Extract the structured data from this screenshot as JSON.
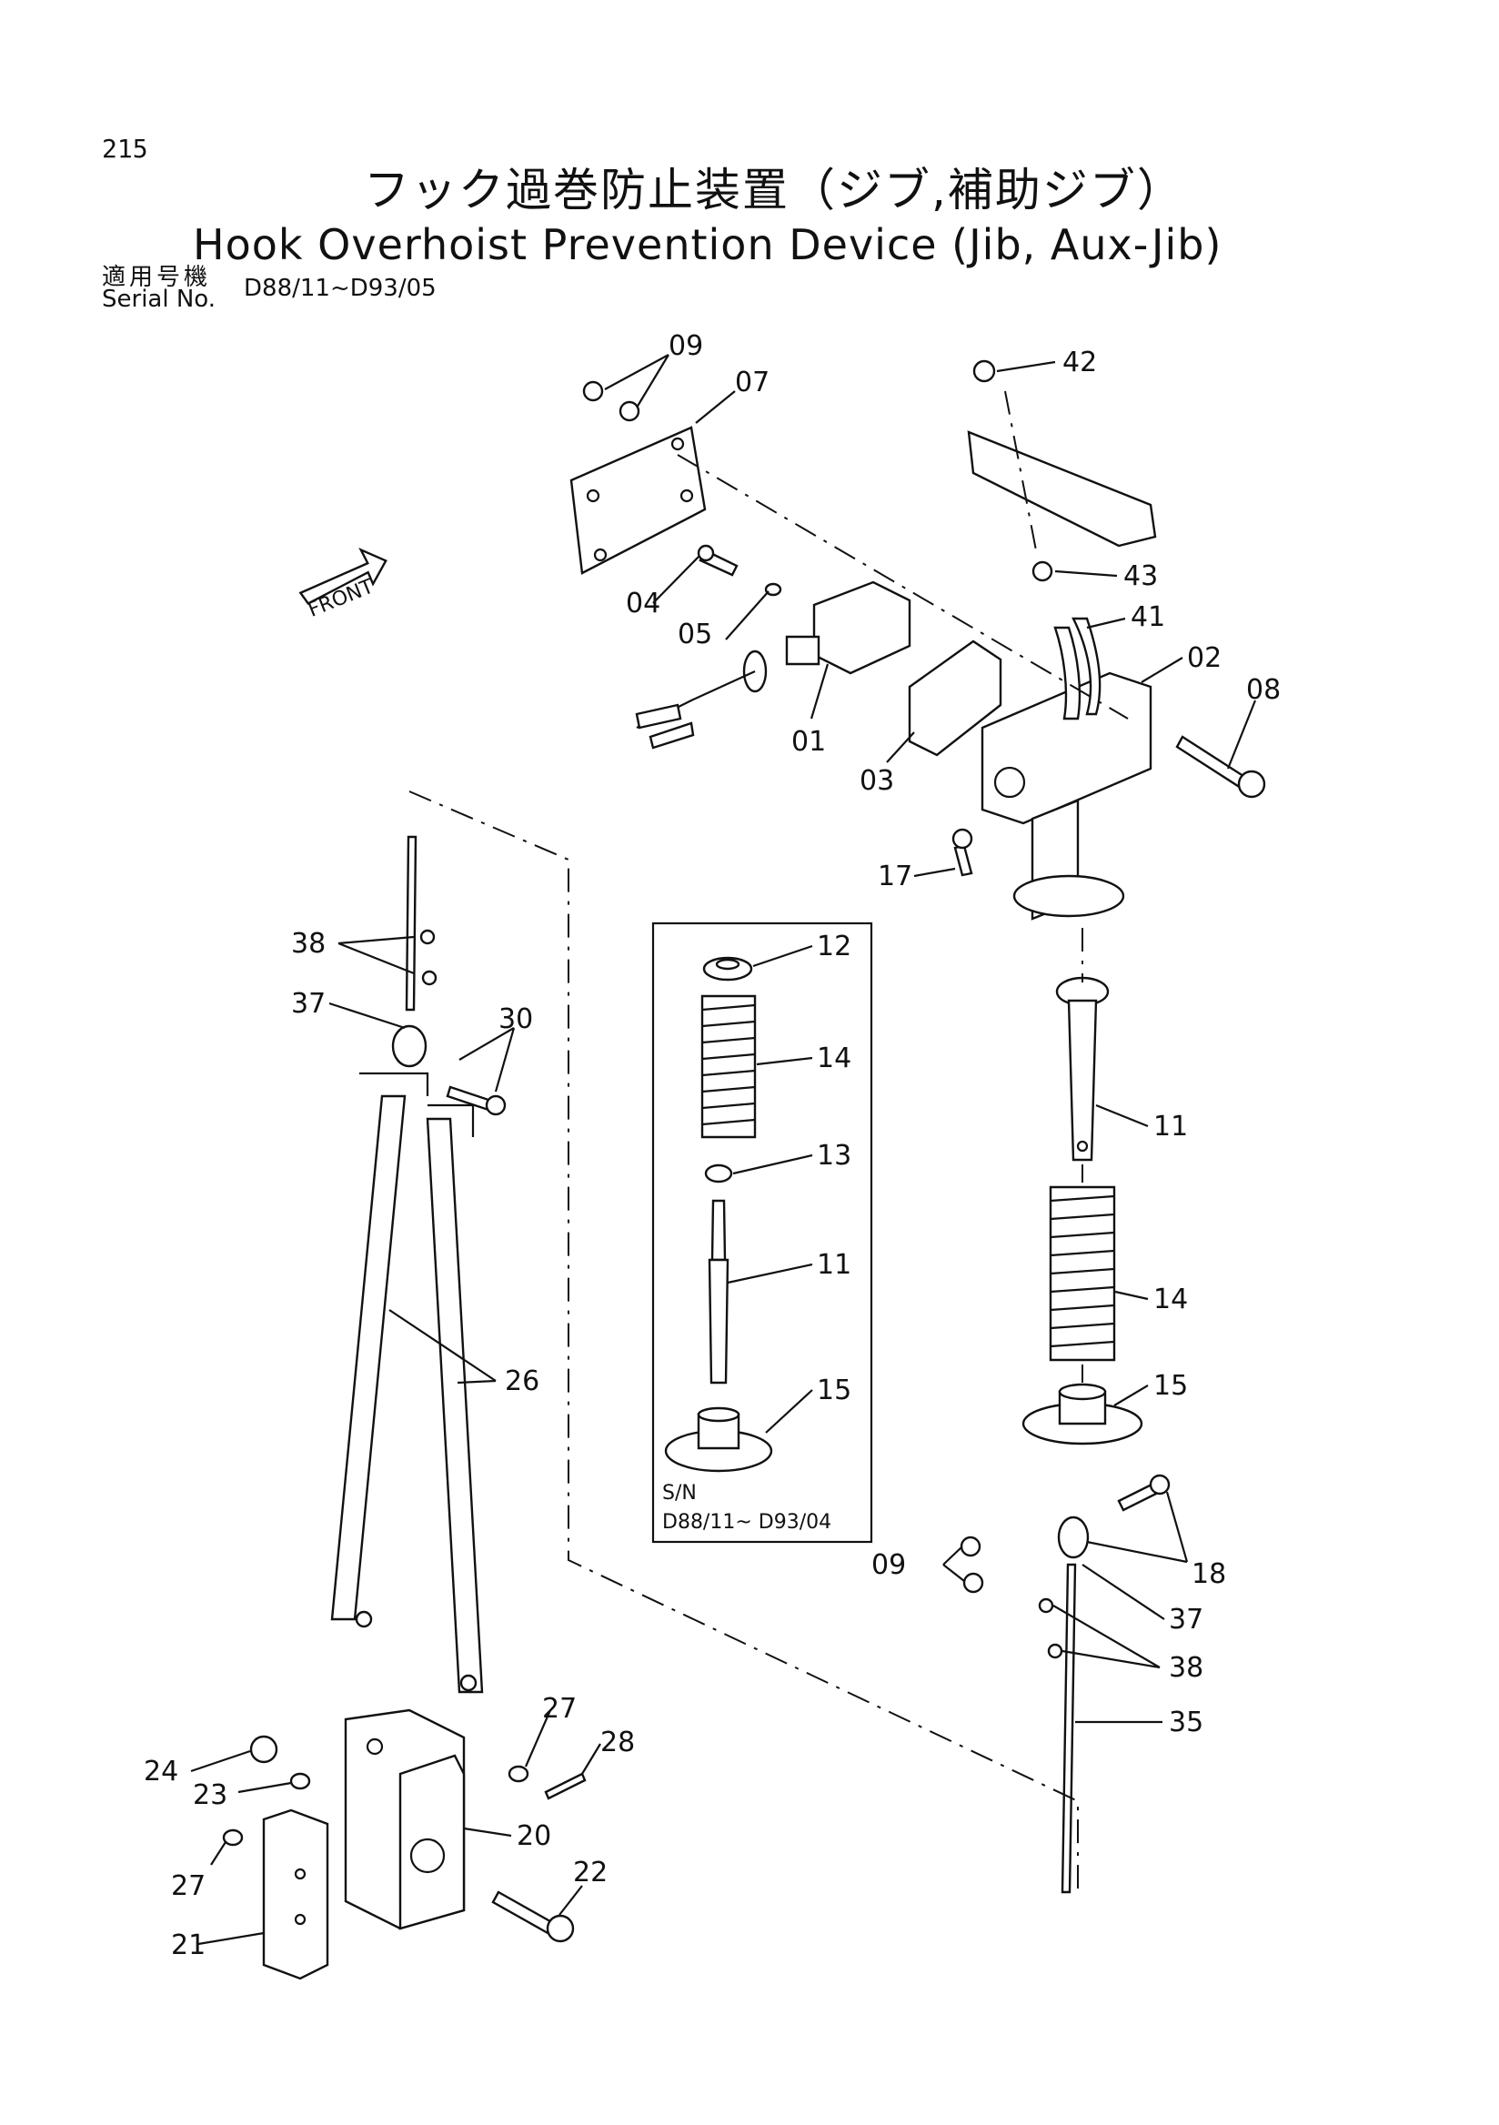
{
  "header": {
    "page_number": "215",
    "title_jp": "フック過巻防止装置（ジブ,補助ジブ）",
    "title_en": "Hook Overhoist Prevention Device (Jib, Aux-Jib)",
    "serial_label_jp": "適用号機",
    "serial_label_en": "Serial No.",
    "serial_range": "D88/11~D93/05"
  },
  "diagram": {
    "front_label": "FRONT",
    "inset_note_line1": "S/N",
    "inset_note_line2": "D88/11~ D93/04",
    "callouts": {
      "c09a": "09",
      "c07": "07",
      "c42": "42",
      "c43": "43",
      "c41": "41",
      "c04": "04",
      "c05": "05",
      "c01": "01",
      "c03": "03",
      "c02": "02",
      "c08": "08",
      "c17": "17",
      "c38a": "38",
      "c37a": "37",
      "c30": "30",
      "c12": "12",
      "c14a": "14",
      "c13": "13",
      "c11a": "11",
      "c15a": "15",
      "c11b": "11",
      "c14b": "14",
      "c15b": "15",
      "c26": "26",
      "c09b": "09",
      "c18": "18",
      "c37b": "37",
      "c38b": "38",
      "c35": "35",
      "c27a": "27",
      "c28": "28",
      "c24": "24",
      "c23": "23",
      "c20": "20",
      "c22": "22",
      "c27b": "27",
      "c21": "21"
    }
  }
}
